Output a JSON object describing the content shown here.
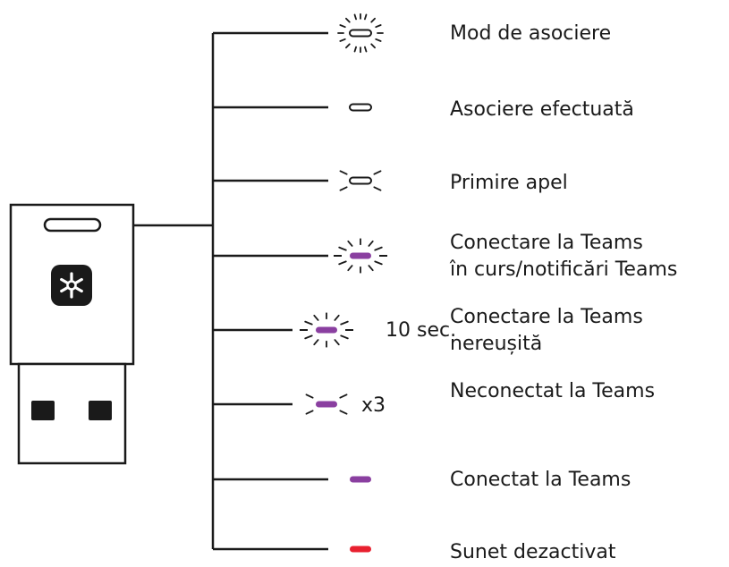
{
  "colors": {
    "line": "#1a1a1a",
    "led_white": "#ffffff",
    "led_purple": "#8a3fa0",
    "led_red": "#e8202f",
    "logo_bg": "#1a1a1a"
  },
  "receiver": {
    "logo_icon": "teams-asterisk-icon",
    "usb_pin_count": 2
  },
  "states": [
    {
      "label": "Mod de asociere",
      "led": "white",
      "indicator": "blink-full",
      "note": ""
    },
    {
      "label": "Asociere efectuată",
      "led": "white",
      "indicator": "solid",
      "note": ""
    },
    {
      "label": "Primire apel",
      "led": "white",
      "indicator": "pulse",
      "note": ""
    },
    {
      "label": "Conectare la Teams",
      "label_line2": "în curs/notificări Teams",
      "led": "purple",
      "indicator": "blink-full",
      "note": ""
    },
    {
      "label": "Conectare la Teams",
      "label_line2": "nereușită",
      "led": "purple",
      "indicator": "blink-full",
      "note": "10 sec."
    },
    {
      "label": "Neconectat la Teams",
      "led": "purple",
      "indicator": "pulse",
      "note": "x3"
    },
    {
      "label": "Conectat la Teams",
      "led": "purple",
      "indicator": "solid",
      "note": ""
    },
    {
      "label": "Sunet dezactivat",
      "led": "red",
      "indicator": "solid",
      "note": ""
    }
  ]
}
